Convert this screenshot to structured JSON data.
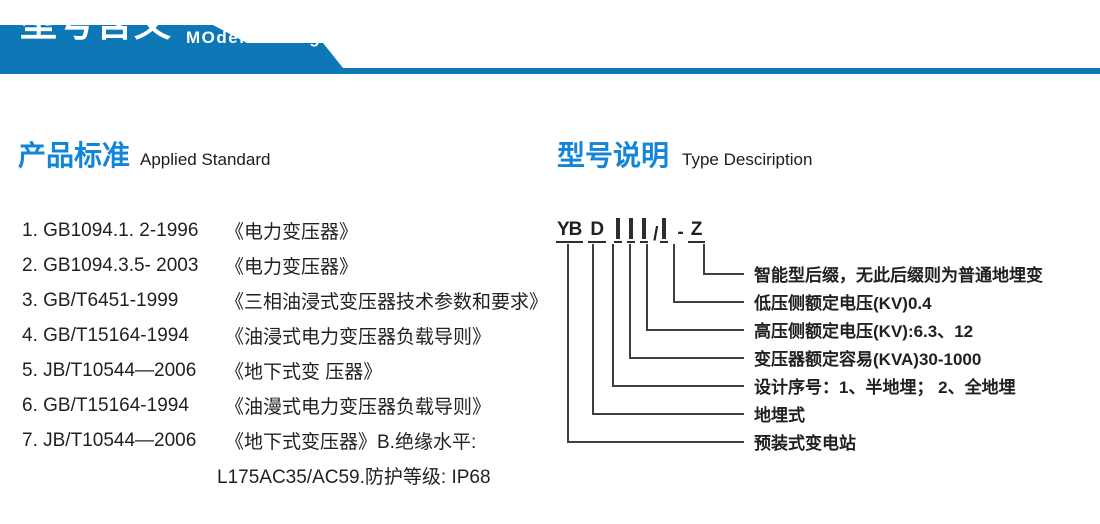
{
  "header": {
    "title_cn": "型号含义",
    "title_en": "MOdel maning"
  },
  "colors": {
    "banner_blue": "#0e77b6",
    "heading_blue": "#1385d8",
    "body_text": "#231f20",
    "connector_gray": "#3f3f3f"
  },
  "standards": {
    "heading_cn": "产品标准",
    "heading_en": "Applied Standard",
    "items": [
      {
        "code": "1. GB1094.1. 2-1996",
        "title": "《电力变压器》"
      },
      {
        "code": "2. GB1094.3.5- 2003",
        "title": "《电力变压器》"
      },
      {
        "code": "3. GB/T6451-1999",
        "title": "《三相油浸式变压器技术参数和要求》"
      },
      {
        "code": "4. GB/T15164-1994",
        "title": "《油浸式电力变压器负载导则》"
      },
      {
        "code": "5. JB/T10544—2006",
        "title": "《地下式变 压器》"
      },
      {
        "code": "6. GB/T15164-1994",
        "title": "《油漫式电力变压器负载导则》"
      },
      {
        "code": "7. JB/T10544—2006",
        "title": "《地下式变压器》B.绝缘水平:"
      }
    ],
    "continuation": "L175AC35/AC59.防护等级: IP68"
  },
  "type_desc": {
    "heading_cn": "型号说明",
    "heading_en": "Type Desciription",
    "model_code": {
      "prefix": "YB",
      "type_letter": "D",
      "slash": "/",
      "dash": "-",
      "suffix": "Z"
    },
    "labels": [
      "智能型后缀，无此后缀则为普通地埋变",
      "低压侧额定电压(KV)0.4",
      "高压侧额定电压(KV):6.3、12",
      "变压器额定容易(KVA)30-1000",
      "设计序号：1、半地埋； 2、全地埋",
      "地埋式",
      "预装式变电站"
    ]
  }
}
